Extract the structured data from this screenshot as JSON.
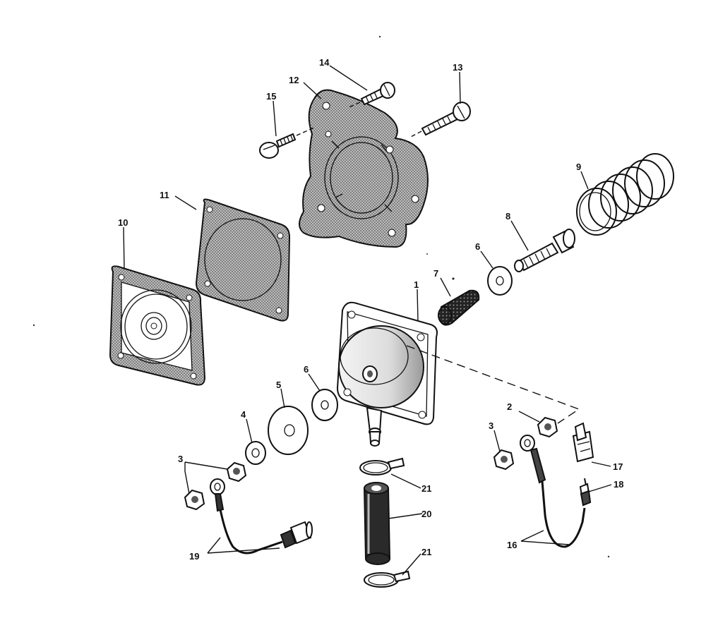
{
  "colors": {
    "ink": "#111111",
    "shade": "#8a8a8a",
    "background": "#ffffff"
  },
  "callouts": {
    "c1": "1",
    "c2": "2",
    "c3a": "3",
    "c3b": "3",
    "c4": "4",
    "c5": "5",
    "c6a": "6",
    "c6b": "6",
    "c7": "7",
    "c8": "8",
    "c9": "9",
    "c10": "10",
    "c11": "11",
    "c12": "12",
    "c13": "13",
    "c14": "14",
    "c15": "15",
    "c16": "16",
    "c17": "17",
    "c18": "18",
    "c19": "19",
    "c20": "20",
    "c21a": "21",
    "c21b": "21"
  }
}
